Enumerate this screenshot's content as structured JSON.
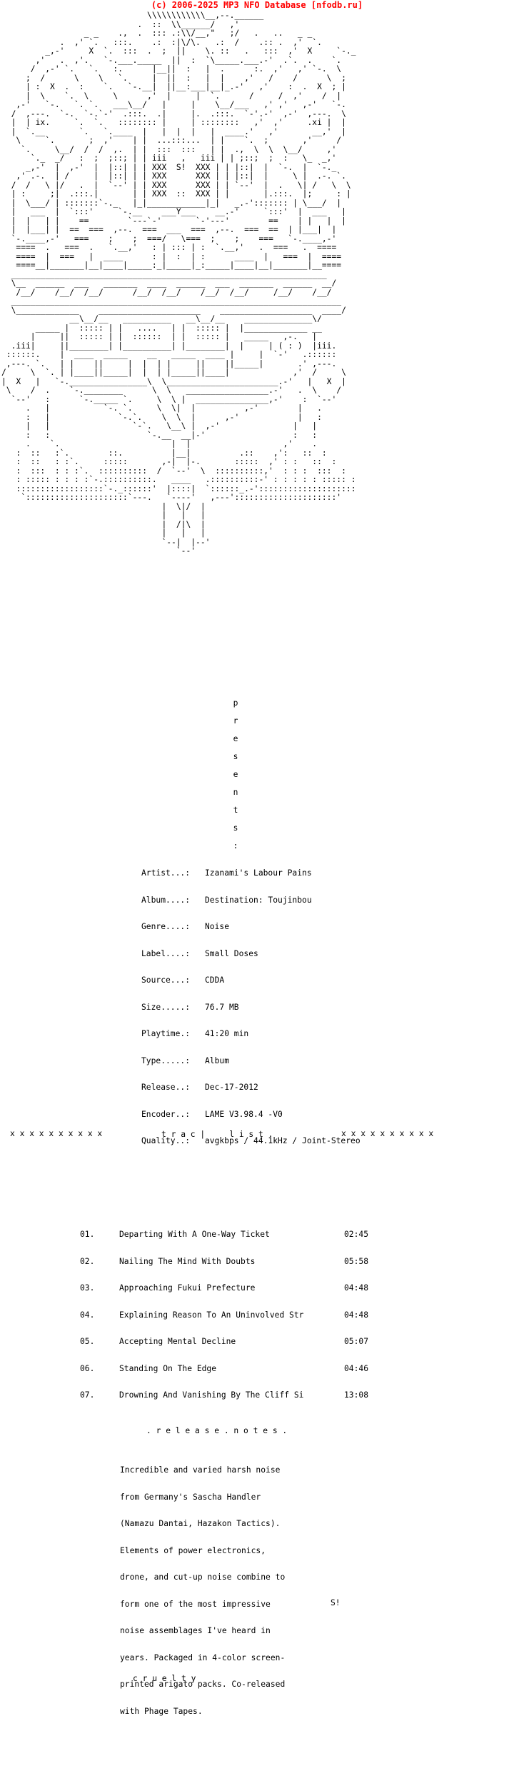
{
  "banner": "(c) 2006-2025 MP3 NFO Database [nfodb.ru]",
  "art": {
    "logo": "                              \\\\\\\\\\\\\\\\\\\\\\\\__,--.______\n                            .  ::  \\\\______/   ,'\n                 _ _    .,  .  ::: .:\\\\/__,\"   ;/   .   ..   _ _\n            .  ,' `.   :::.    .:  :|\\/\\.   .:  /    .:: .  ,'  `.\n         _,-'     X  `.  :::  .  ;  ||    \\. ::   .   :::  ,'  X     `-._\n       ,'   .  ,'.   `-.___._____  ||  :  `\\_____.___.-'  .`.  .    `.\n      /  ,-' `.   `.   :.      |__||  :   |  .      :.  ,'   ,' `-.  \\\n     ;  /      \\    \\   `.     |  ||  :   |  |    ,'   /    /      \\  ;\n     | :  X  .  :    `.   `-.__|  ||__:___|__|_.-'   ,'    :  .  X  ; |\n     |  \\    `.  \\     \\      ,'  |     |  `.      /     /  ,'    /  |\n   ,-'   `-.   `. `.   ___\\__/   |     |    \\__/___   ,' ,'   ,-'   `-.\n  /  ,---.  `-.  `-.`-'  .:::.  .|     |.  .:::.  `-'.-'  ,-'  ,---.  \\\n  |  | ix.     `.  `.   :::::::: |     | ::::::::   ,'  ,'     .xi |  |\n  |  `.__       `.   `.____  |   |  |  |   |  ____.'   ,'       __,'  |\n   \\     `.       ;  ,'    | |  ...:::...  | |    `.  ;       ,'     /\n    `.     \\__/  /  /  ,.  | |  :::  :::   | |  .,  \\  \\  \\__/     ,'\n      `._  _/   :  ;  ;::; | | iii   ,   iii | | ;::;  ;  :   \\_  _,'\n     _,-'  |  ,-'  |  |::| | | XXX  S!  XXX | | |::|  |  `-.  |  `-._\n   ,' .-.  | /     |  |::| | | XXX      XXX | | |::|  |     \\ |  .-. `.\n  /  /   \\ |/   .  |  `--' | | XXX      XXX | | `--'  |  .   \\| /   \\  \\\n  | :     ;|  .:::.|       | | XXX  ::  XXX | |       |.:::.  |;     : |\n  |  \\___/ | :::::::`-._   |_|____________|_|   _.-'::::::: | \\___/  |\n  |   ___  |  `:::'     `-.__    ___Y___    __.-'     `:::'  |  ___   |\n  |  |   | |    ==        `---`-'       `-'---'        ==    | |   |  |\n  |  |___| |  ==  ===  ,--.  ===  ___  ===  ,--.  ===  ==  | |___|  |\n  `-.____,-'   ===    ;    ;  ===/   \\===  ;    ;    ===   `-.____,-'\n   ====  .   ===  .   `.__,'   : | ::: | :  `.__,'   .  ===   .  ====\n   ====  |  ===   |  ____      : |  :  | :      ____  |   ===  |  ====\n   ====__|_______|__|____|_____:_|_____|_:_____|____|__|_______|__====\n  _________________________________________________________________\n  \\__  ______  ___   _______  ____  ______  ___  _______  ______  __/\n   /__/    /__/  /__/      /__/  /__/    /__/  /__/     /__/    /__/\n  ____________________________________________________________________\n  \\_____________    _____________________    ___________________  ____/\n              __\\__/__   __________   __\\__/__    ______________\\/\n       _____ |  ::::: | |   ....   | |  ::::: |  |_____________ __\n      |     ||  ::::: | |  ::::::  | |  ::::: |   _____   ,-.   |\n  .iii|     ||________| |__________| |________|  |     | ( : )  |iii.\n ::::::.    |  ____  _____    __   _____  ____ |     |  `-'   .::::::\n ,---. `.   | |    ||     |  |  | |     ||    ||_____|       .' ,---.\n/     \\  `. | |____||_____|  |  | |_____||____|             ,'  /     \\\n|  X   |   `-.________________\\  \\_______________________.-'   |   X  |\n \\    /  .    `-.________      \\  \\   _________________.-'   .  \\    /\n  `--'   :      `-._____ `.     \\  \\ |  _______________,-'    :  `--'\n     .   |           `-. `.     \\  \\|  |          ,-'        |   .\n     :   |              `-.`.    \\  \\  |      ,-'            |   :\n     |   |                 `-`.   \\__\\ |  ,-'               |   |\n     :   :                    `-.__  __|-'                  :   :\n     .    `.                       |  |                   ,'    .\n   :  ::   :`.        ::.          |__|          .::    ,':   ::  :\n   :  ::   : :`.     :::::       ,-|  |-.       :::::  ,' : :   ::  :\n   :  :::  : : :`.  ::::::::::  /  `--'  \\  ::::::::::,'  : : :  :::  :\n   : ::::: : : : :`-.::::::::::.   ____   .::::::::::-' : : : : : ::::: :\n   ::::::::::::::::::`-._::::::'  |::::|  `::::::_.-'::::::::::::::::::::\n    `:::::::::::::::::::::`---.   `----'   ,---':::::::::::::::::::::'\n                                 |  \\|/  |\n                                 |   |   |\n                                 |  /|\\  |\n                                 |   |   |\n                                 `--|  |--'\n                                    `--'\n"
  },
  "presents_letters": [
    "p",
    "r",
    "e",
    "s",
    "e",
    "n",
    "t",
    "s",
    ":"
  ],
  "release": {
    "rows": [
      {
        "k": "Artist...:",
        "v": "Izanami's Labour Pains"
      },
      {
        "k": "Album....:",
        "v": "Destination: Toujinbou"
      },
      {
        "k": "Genre....:",
        "v": "Noise"
      },
      {
        "k": "Label....:",
        "v": "Small Doses"
      },
      {
        "k": "Source...:",
        "v": "CDDA"
      },
      {
        "k": "Size.....:",
        "v": "76.7 MB"
      },
      {
        "k": "Playtime.:",
        "v": "41:20 min"
      },
      {
        "k": "Type.....:",
        "v": "Album"
      },
      {
        "k": "Release..:",
        "v": "Dec-17-2012"
      },
      {
        "k": "Encoder..:",
        "v": "LAME V3.98.4 -V0"
      },
      {
        "k": "Quality..:",
        "v": "avgkbps / 44.1kHz / Joint-Stereo"
      }
    ]
  },
  "tracklist_title": "t r a c |     l i s t .",
  "xrow": "x x x x x x x x x x",
  "tracks": [
    {
      "n": "01.",
      "t": "Departing With A One-Way Ticket",
      "d": "02:45"
    },
    {
      "n": "02.",
      "t": "Nailing The Mind With Doubts",
      "d": "05:58"
    },
    {
      "n": "03.",
      "t": "Approaching Fukui Prefecture",
      "d": "04:48"
    },
    {
      "n": "04.",
      "t": "Explaining Reason To An Uninvolved Str",
      "d": "04:48"
    },
    {
      "n": "05.",
      "t": "Accepting Mental Decline",
      "d": "05:07"
    },
    {
      "n": "06.",
      "t": "Standing On The Edge",
      "d": "04:46"
    },
    {
      "n": "07.",
      "t": "Drowning And Vanishing By The Cliff Si",
      "d": "13:08"
    }
  ],
  "notes_title": ". r e l e a s e . n o t e s .",
  "notes": [
    "Incredible and varied harsh noise",
    "from Germany's Sascha Handler",
    "(Namazu Dantai, Hazakon Tactics).",
    "Elements of power electronics,",
    "drone, and cut-up noise combine to",
    "form one of the most impressive",
    "noise assemblages I've heard in",
    "years. Packaged in 4-color screen-",
    "printed arigato packs. Co-released",
    "with Phage Tapes."
  ],
  "signature": "S!",
  "crew": "c r u e l t y"
}
